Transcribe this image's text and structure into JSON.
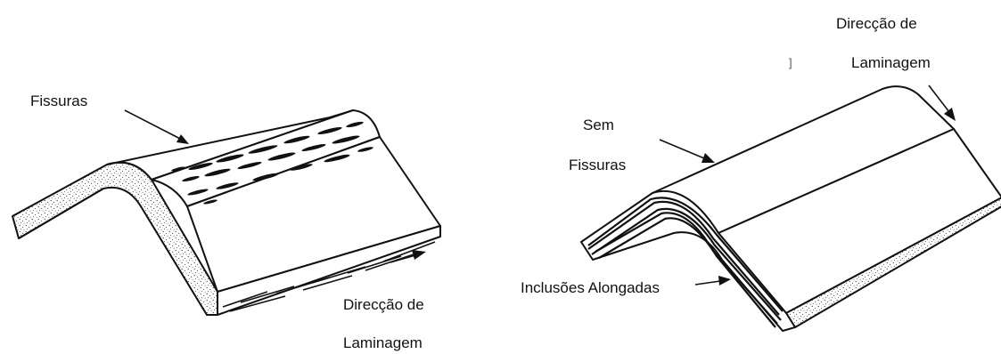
{
  "left": {
    "label_cracks": "Fissuras",
    "label_direction_line1": "Direcção de",
    "label_direction_line2": "Laminagem"
  },
  "right": {
    "label_no_cracks_line1": "Sem",
    "label_no_cracks_line2": "Fissuras",
    "label_inclusions": "Inclusões Alongadas",
    "label_direction_line1": "Direcção de",
    "label_direction_line2": "Laminagem",
    "stray_mark": "]"
  },
  "colors": {
    "ink": "#111111",
    "paper": "#ffffff"
  }
}
